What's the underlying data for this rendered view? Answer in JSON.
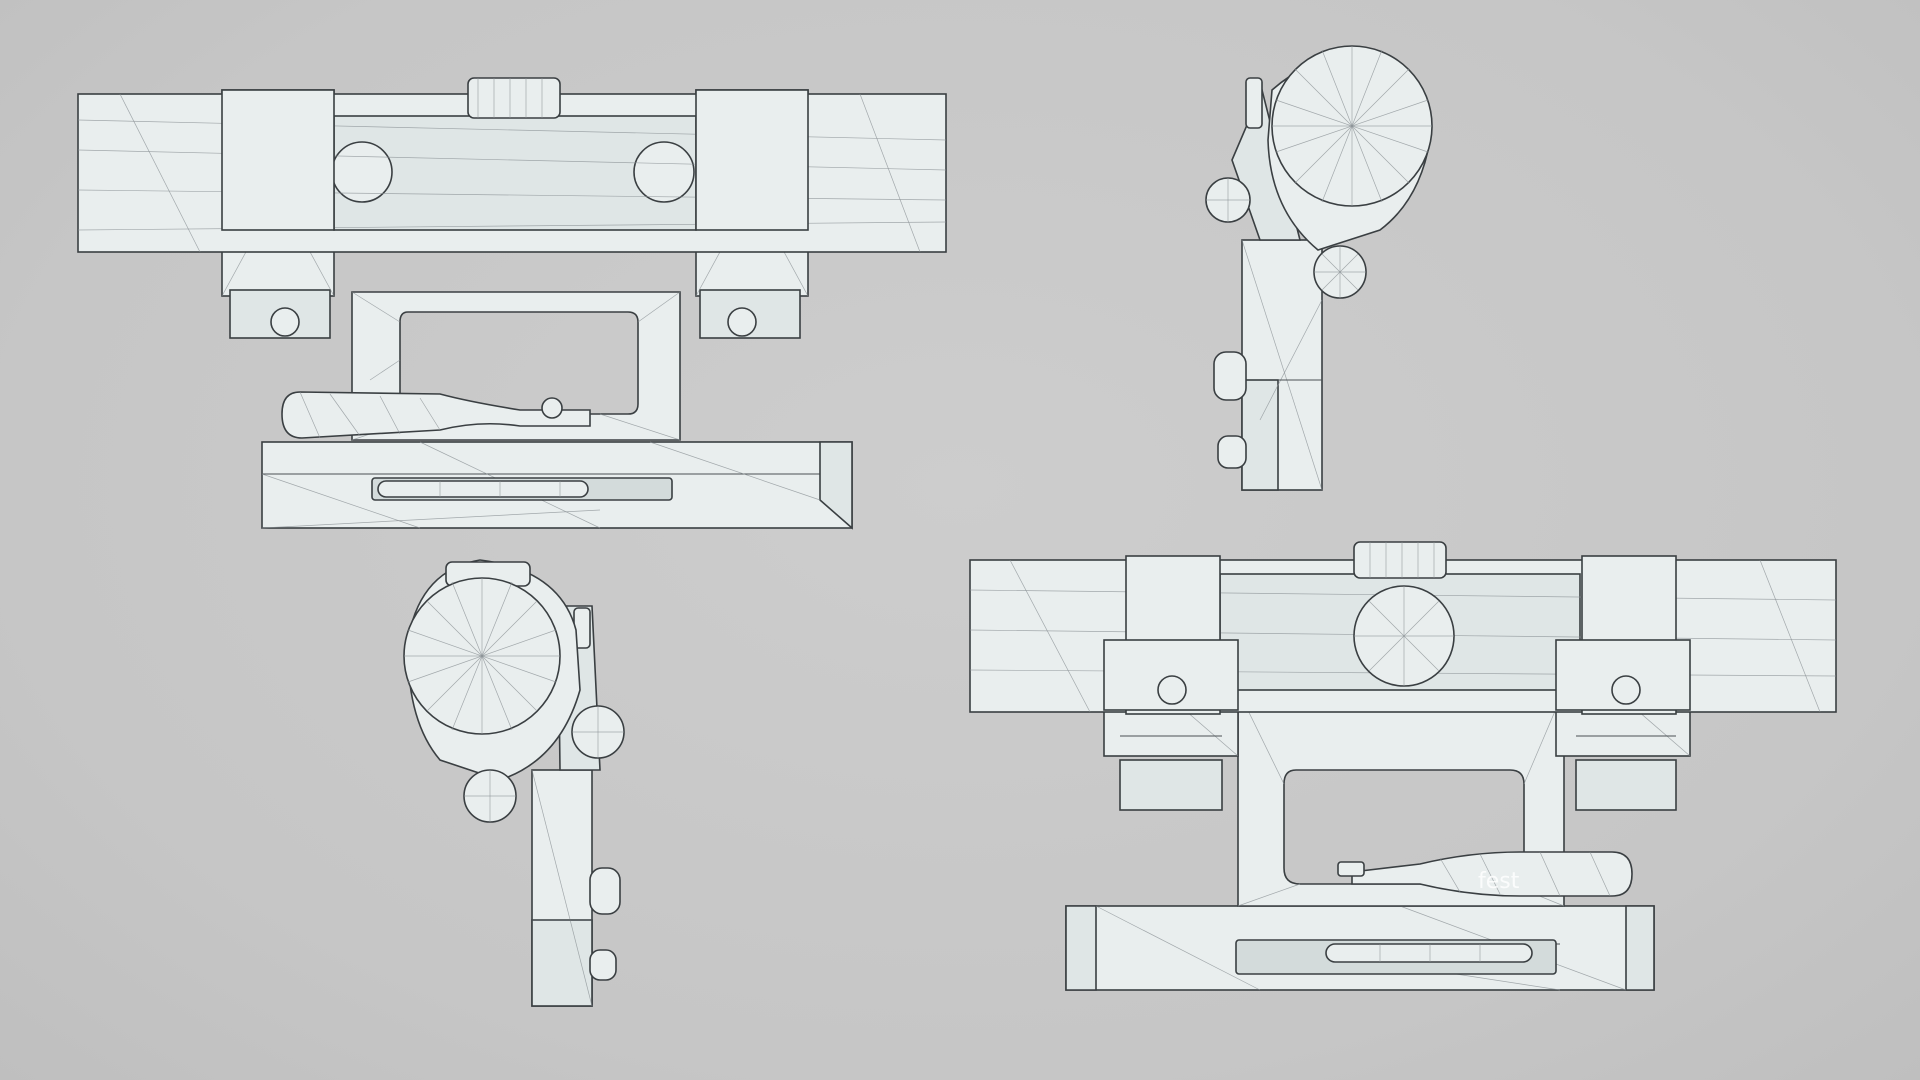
{
  "scene": {
    "background_color": "#c8c8c8",
    "model_fill_color": "#e9eeee",
    "wire_color": "#3a3f42"
  },
  "views": [
    {
      "name": "side-view-left"
    },
    {
      "name": "front-view"
    },
    {
      "name": "rear-view"
    },
    {
      "name": "side-view-right"
    }
  ],
  "engravings": {
    "lever_label": "fest"
  }
}
